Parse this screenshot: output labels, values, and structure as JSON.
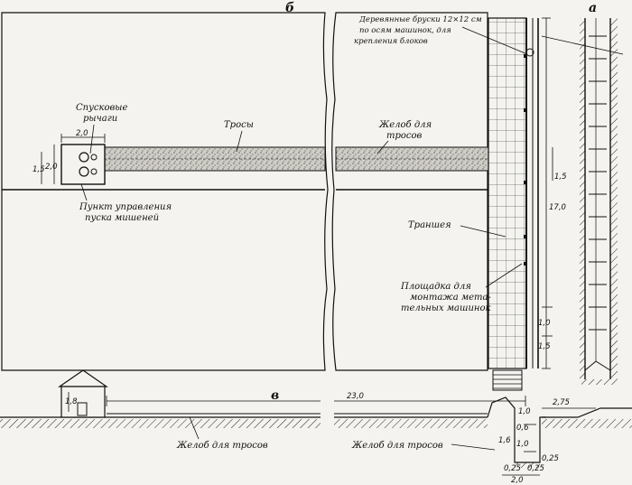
{
  "diagram": {
    "view_letters": {
      "plan": "б",
      "section": "а",
      "profile": "в"
    },
    "labels": {
      "release_levers": [
        "Спусковые",
        "рычаги"
      ],
      "cables": "Тросы",
      "cable_trough_top": [
        "Желоб для",
        "тросов"
      ],
      "wood_bars": [
        "Деревянные бруски 12×12 см",
        "по осям машинок, для",
        "крепления блоков"
      ],
      "trench": "Траншея",
      "platform": [
        "Площадка для",
        "монтажа мета-",
        "тельных машинок"
      ],
      "control_point": [
        "Пункт управления",
        "пуска мишеней"
      ],
      "cable_trough_left": "Желоб для тросов",
      "cable_trough_right": "Желоб для тросов"
    },
    "dimensions": {
      "booth_width": "2,0",
      "booth_depth": "2,0",
      "booth_offset": "1,5",
      "trough_width": "1,5",
      "trench_length": "17,0",
      "platform_1": "1,0",
      "platform_2": "1,5",
      "booth_height": "1,8",
      "range_length": "23,0",
      "right_span": "2,75",
      "pit_top": "1,0",
      "pit_depth": "1,6",
      "pit_a": "0,6",
      "pit_b": "1,0",
      "pit_c": "0,25",
      "pit_d": "0,25",
      "pit_e": "0,25",
      "pit_width": "2,0"
    }
  }
}
